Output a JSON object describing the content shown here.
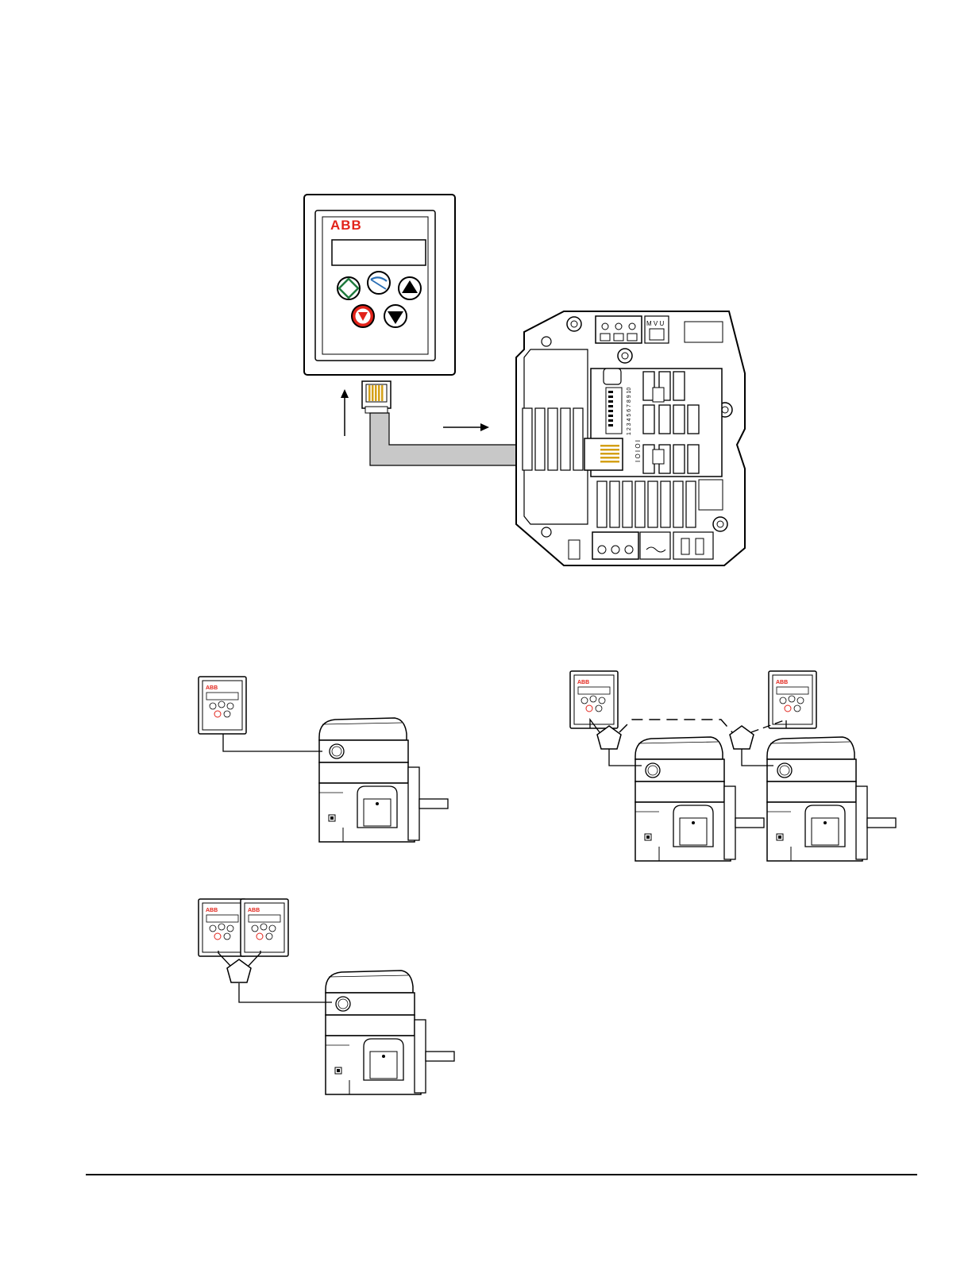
{
  "keypad": {
    "brand_text": "ABB",
    "brand_color": "#e2231a",
    "buttons": [
      {
        "name": "start-button",
        "icon": "diamond-arrow-icon",
        "color": "#1f7a3e"
      },
      {
        "name": "back-button",
        "icon": "curved-arrow-icon",
        "color": "#2a6fb5"
      },
      {
        "name": "up-button",
        "icon": "up-triangle-icon",
        "color": "#000000"
      },
      {
        "name": "stop-button",
        "icon": "stop-triangle-icon",
        "color": "#e2231a"
      },
      {
        "name": "down-button",
        "icon": "down-triangle-icon",
        "color": "#000000"
      }
    ]
  },
  "drive_board": {
    "dip_numbers": "1 2 3 4 5 6 7 8 9 10",
    "switch_label": "I O I O I",
    "terminal_marks": "M V U"
  },
  "colors": {
    "cable": "#c8c8c8",
    "connector_gold": "#d4a017",
    "line": "#000000"
  }
}
